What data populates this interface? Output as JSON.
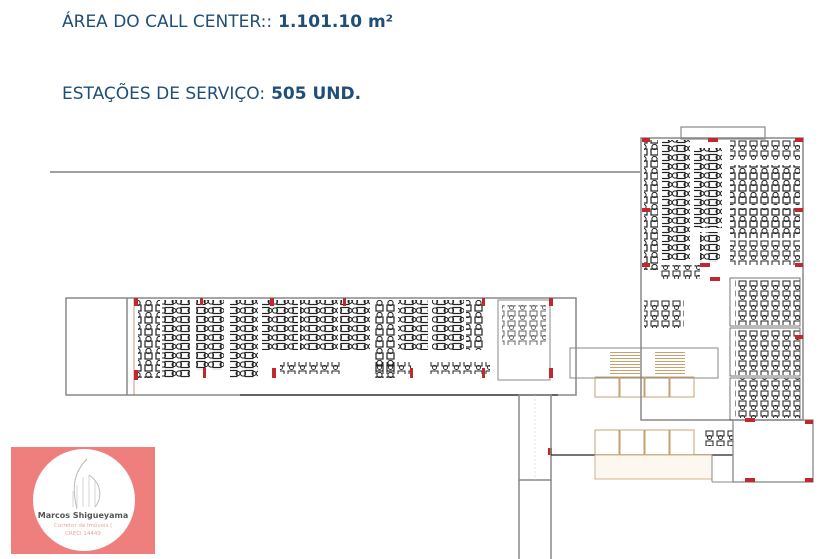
{
  "header": {
    "area_label": "ÁREA DO CALL CENTER::",
    "area_value": "1.101.10 m²",
    "stations_label": "ESTAÇÕES DE SERVIÇO:",
    "stations_value": "505 UND."
  },
  "logo": {
    "name": "Marcos Shigueyama",
    "subtitle_line1": "Corretor de Imóveis |",
    "subtitle_line2": "CRECI 14449",
    "background_color": "#ef7f7d"
  },
  "plan": {
    "wall_color": "#808080",
    "column_color": "#c0282d",
    "desk_color": "#222222",
    "stair_color": "#c8a070"
  }
}
